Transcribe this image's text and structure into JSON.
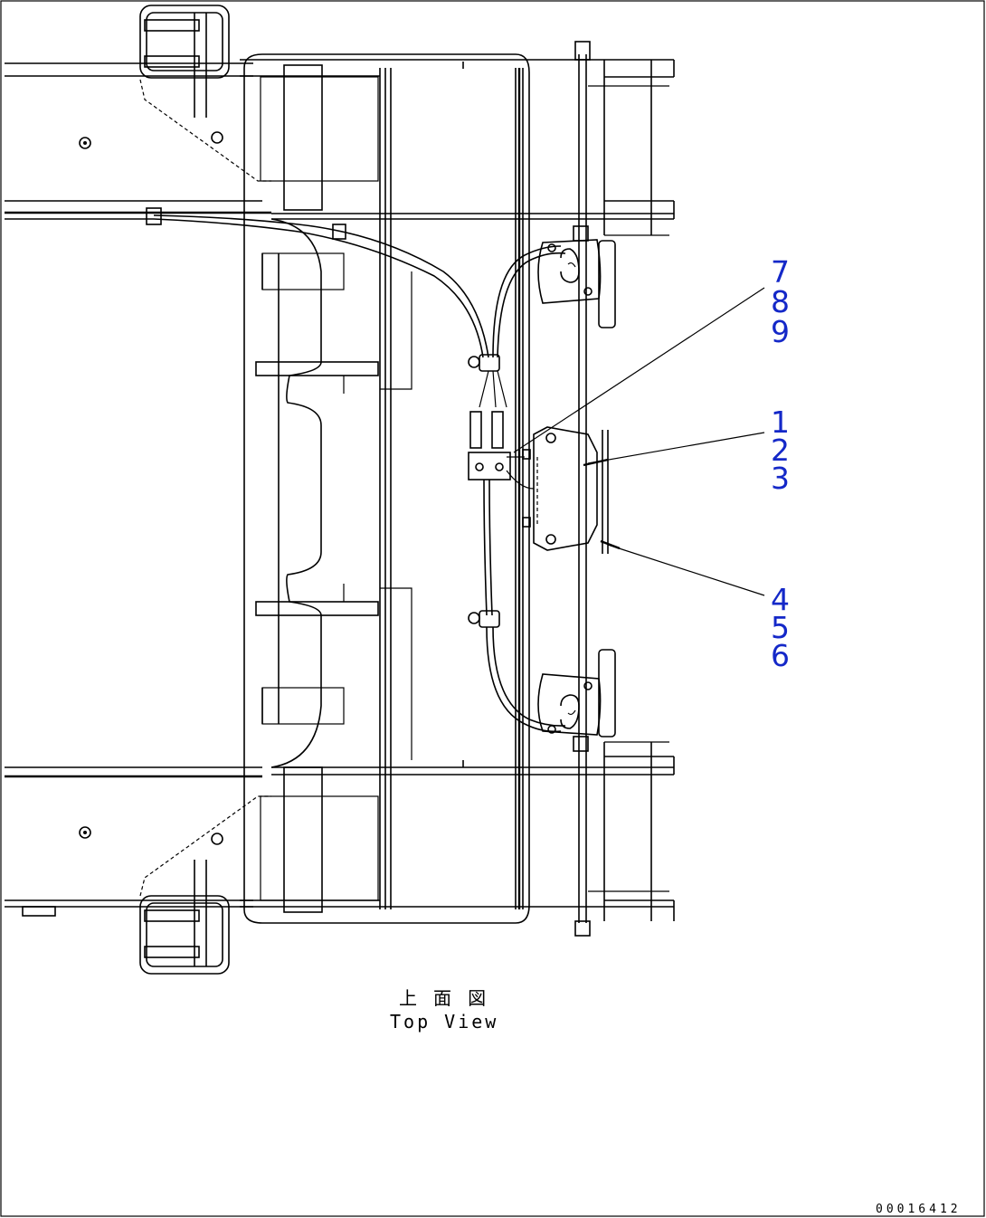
{
  "callouts": [
    {
      "id": "callout-7-8-9",
      "numbers": [
        "7",
        "8",
        "9"
      ]
    },
    {
      "id": "callout-1-2-3",
      "numbers": [
        "1",
        "2",
        "3"
      ]
    },
    {
      "id": "callout-4-5-6",
      "numbers": [
        "4",
        "5",
        "6"
      ]
    }
  ],
  "caption": {
    "japanese": "上 面 図",
    "english": "Top View"
  },
  "drawing_code": "00016412",
  "colors": {
    "line": "#000000",
    "callout": "#1428c8",
    "background": "#ffffff"
  }
}
